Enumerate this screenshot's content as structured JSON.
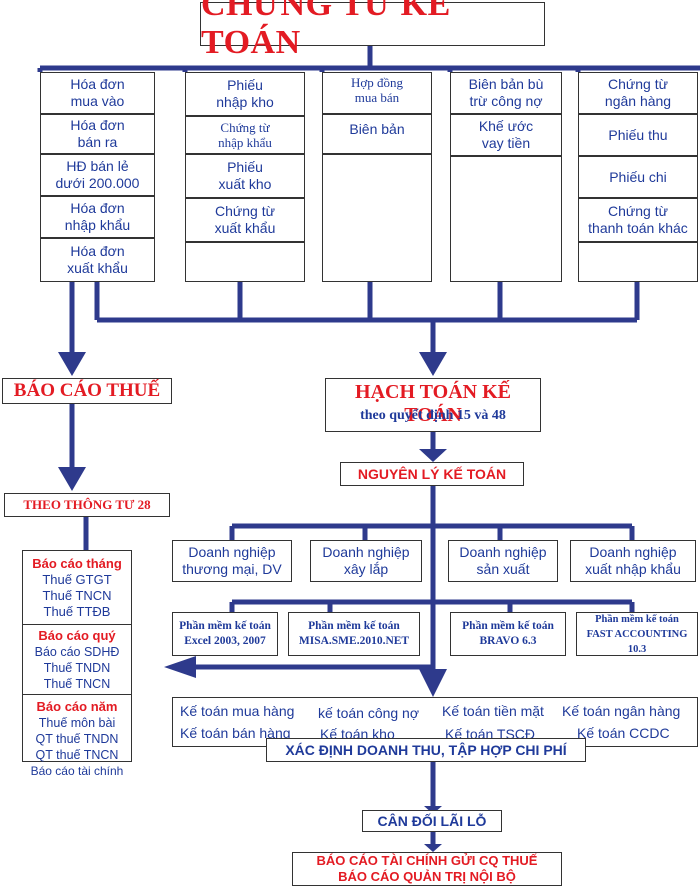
{
  "title": "CHỨNG TỪ KẾ TOÁN",
  "columns": [
    {
      "cells": [
        "Hóa đơn\nmua vào",
        "Hóa đơn\nbán ra",
        "HĐ bán lẻ\ndưới 200.000",
        "Hóa đơn\nnhập khẩu",
        "Hóa đơn\nxuất khẩu"
      ]
    },
    {
      "cells": [
        "Phiếu\nnhập kho",
        "Chứng từ\nnhập khẩu",
        "Phiếu\nxuất kho",
        "Chứng từ\nxuất khẩu"
      ]
    },
    {
      "cells": [
        "Hợp đồng\nmua bán",
        "Biên bản"
      ]
    },
    {
      "cells": [
        "Biên bản bù\ntrừ công nợ",
        "Khế ước\nvay tiền"
      ]
    },
    {
      "cells": [
        "Chứng từ\nngân hàng",
        "Phiếu thu",
        "Phiếu chi",
        "Chứng từ\nthanh toán khác"
      ]
    }
  ],
  "tax_report": "BÁO CÁO THUẾ",
  "circular": "THEO THÔNG TƯ 28",
  "tax_groups": [
    {
      "heading": "Báo cáo tháng",
      "items": [
        "Thuế GTGT",
        "Thuế TNCN",
        "Thuế TTĐB"
      ]
    },
    {
      "heading": "Báo cáo quý",
      "items": [
        "Báo cáo SDHĐ",
        "Thuế TNDN",
        "Thuế TNCN"
      ]
    },
    {
      "heading": "Báo cáo năm",
      "items": [
        "Thuế môn bài",
        "QT thuế TNDN",
        "QT thuế TNCN",
        "Báo cáo tài chính"
      ]
    }
  ],
  "accounting": {
    "title": "HẠCH TOÁN KẾ TOÁN",
    "subtitle": "theo quyết định 15 và 48"
  },
  "principles": "NGUYÊN LÝ KẾ TOÁN",
  "businesses": [
    "Doanh nghiệp\nthương mại, DV",
    "Doanh nghiệp\nxây lắp",
    "Doanh nghiệp\nsản xuất",
    "Doanh nghiệp\nxuất nhập khẩu"
  ],
  "software": [
    "Phần mềm kế toán\nExcel 2003, 2007",
    "Phần mềm kế toán\nMISA.SME.2010.NET",
    "Phần mềm kế toán\nBRAVO 6.3",
    "Phần mềm kế toán\nFAST ACCOUNTING 10.3"
  ],
  "accounts": [
    "Kế toán mua hàng",
    "kế toán công nợ",
    "Kế toán tiền mặt",
    "Kế toán ngân hàng",
    "Kế toán bán hàng",
    "Kế toán kho",
    "Kế toán TSCĐ",
    "Kế toán CCDC"
  ],
  "revenue": "XÁC ĐỊNH DOANH THU, TẬP HỢP CHI PHÍ",
  "profit": "CÂN ĐỐI LÃI LỖ",
  "final": [
    "BÁO CÁO TÀI CHÍNH GỬI CQ THUẾ",
    "BÁO CÁO QUẢN TRỊ NỘI BỘ"
  ],
  "colors": {
    "red": "#e31b23",
    "blue": "#1f3a9a",
    "line": "#2e3a8c"
  }
}
